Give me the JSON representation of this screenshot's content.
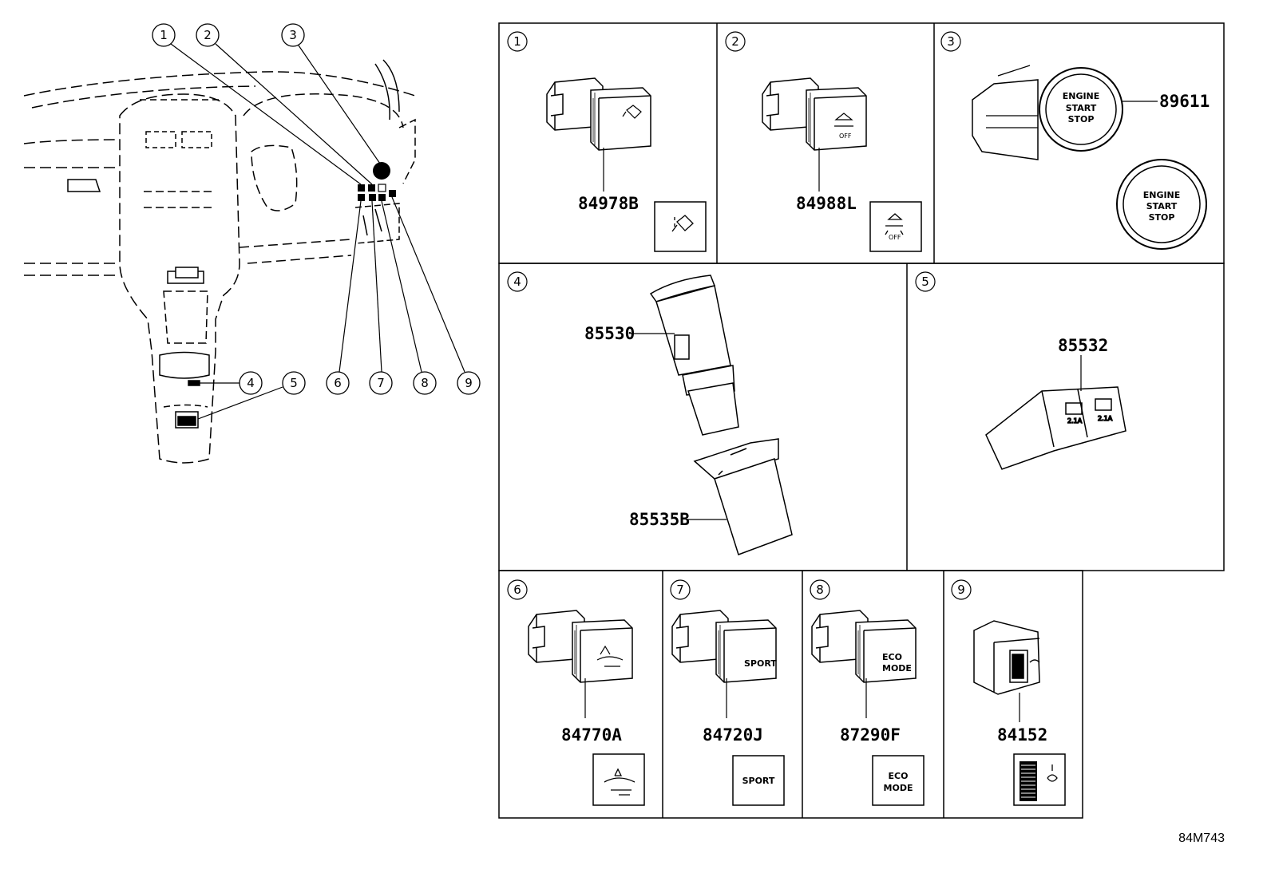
{
  "callouts": [
    "1",
    "2",
    "3",
    "4",
    "5",
    "6",
    "7",
    "8",
    "9"
  ],
  "panels": [
    {
      "num": "1",
      "part": "84978B"
    },
    {
      "num": "2",
      "part": "84988L"
    },
    {
      "num": "3",
      "part": "89611",
      "button_text": [
        "ENGINE",
        "START",
        "STOP"
      ]
    },
    {
      "num": "4",
      "parts": [
        "85530",
        "85535B"
      ]
    },
    {
      "num": "5",
      "part": "85532"
    },
    {
      "num": "6",
      "part": "84770A"
    },
    {
      "num": "7",
      "part": "84720J",
      "label": "SPORT"
    },
    {
      "num": "8",
      "part": "87290F",
      "label": [
        "ECO",
        "MODE"
      ]
    },
    {
      "num": "9",
      "part": "84152"
    }
  ],
  "icon_labels": {
    "off": "OFF",
    "amp": "2.1A"
  },
  "diagram_code": "84M743"
}
